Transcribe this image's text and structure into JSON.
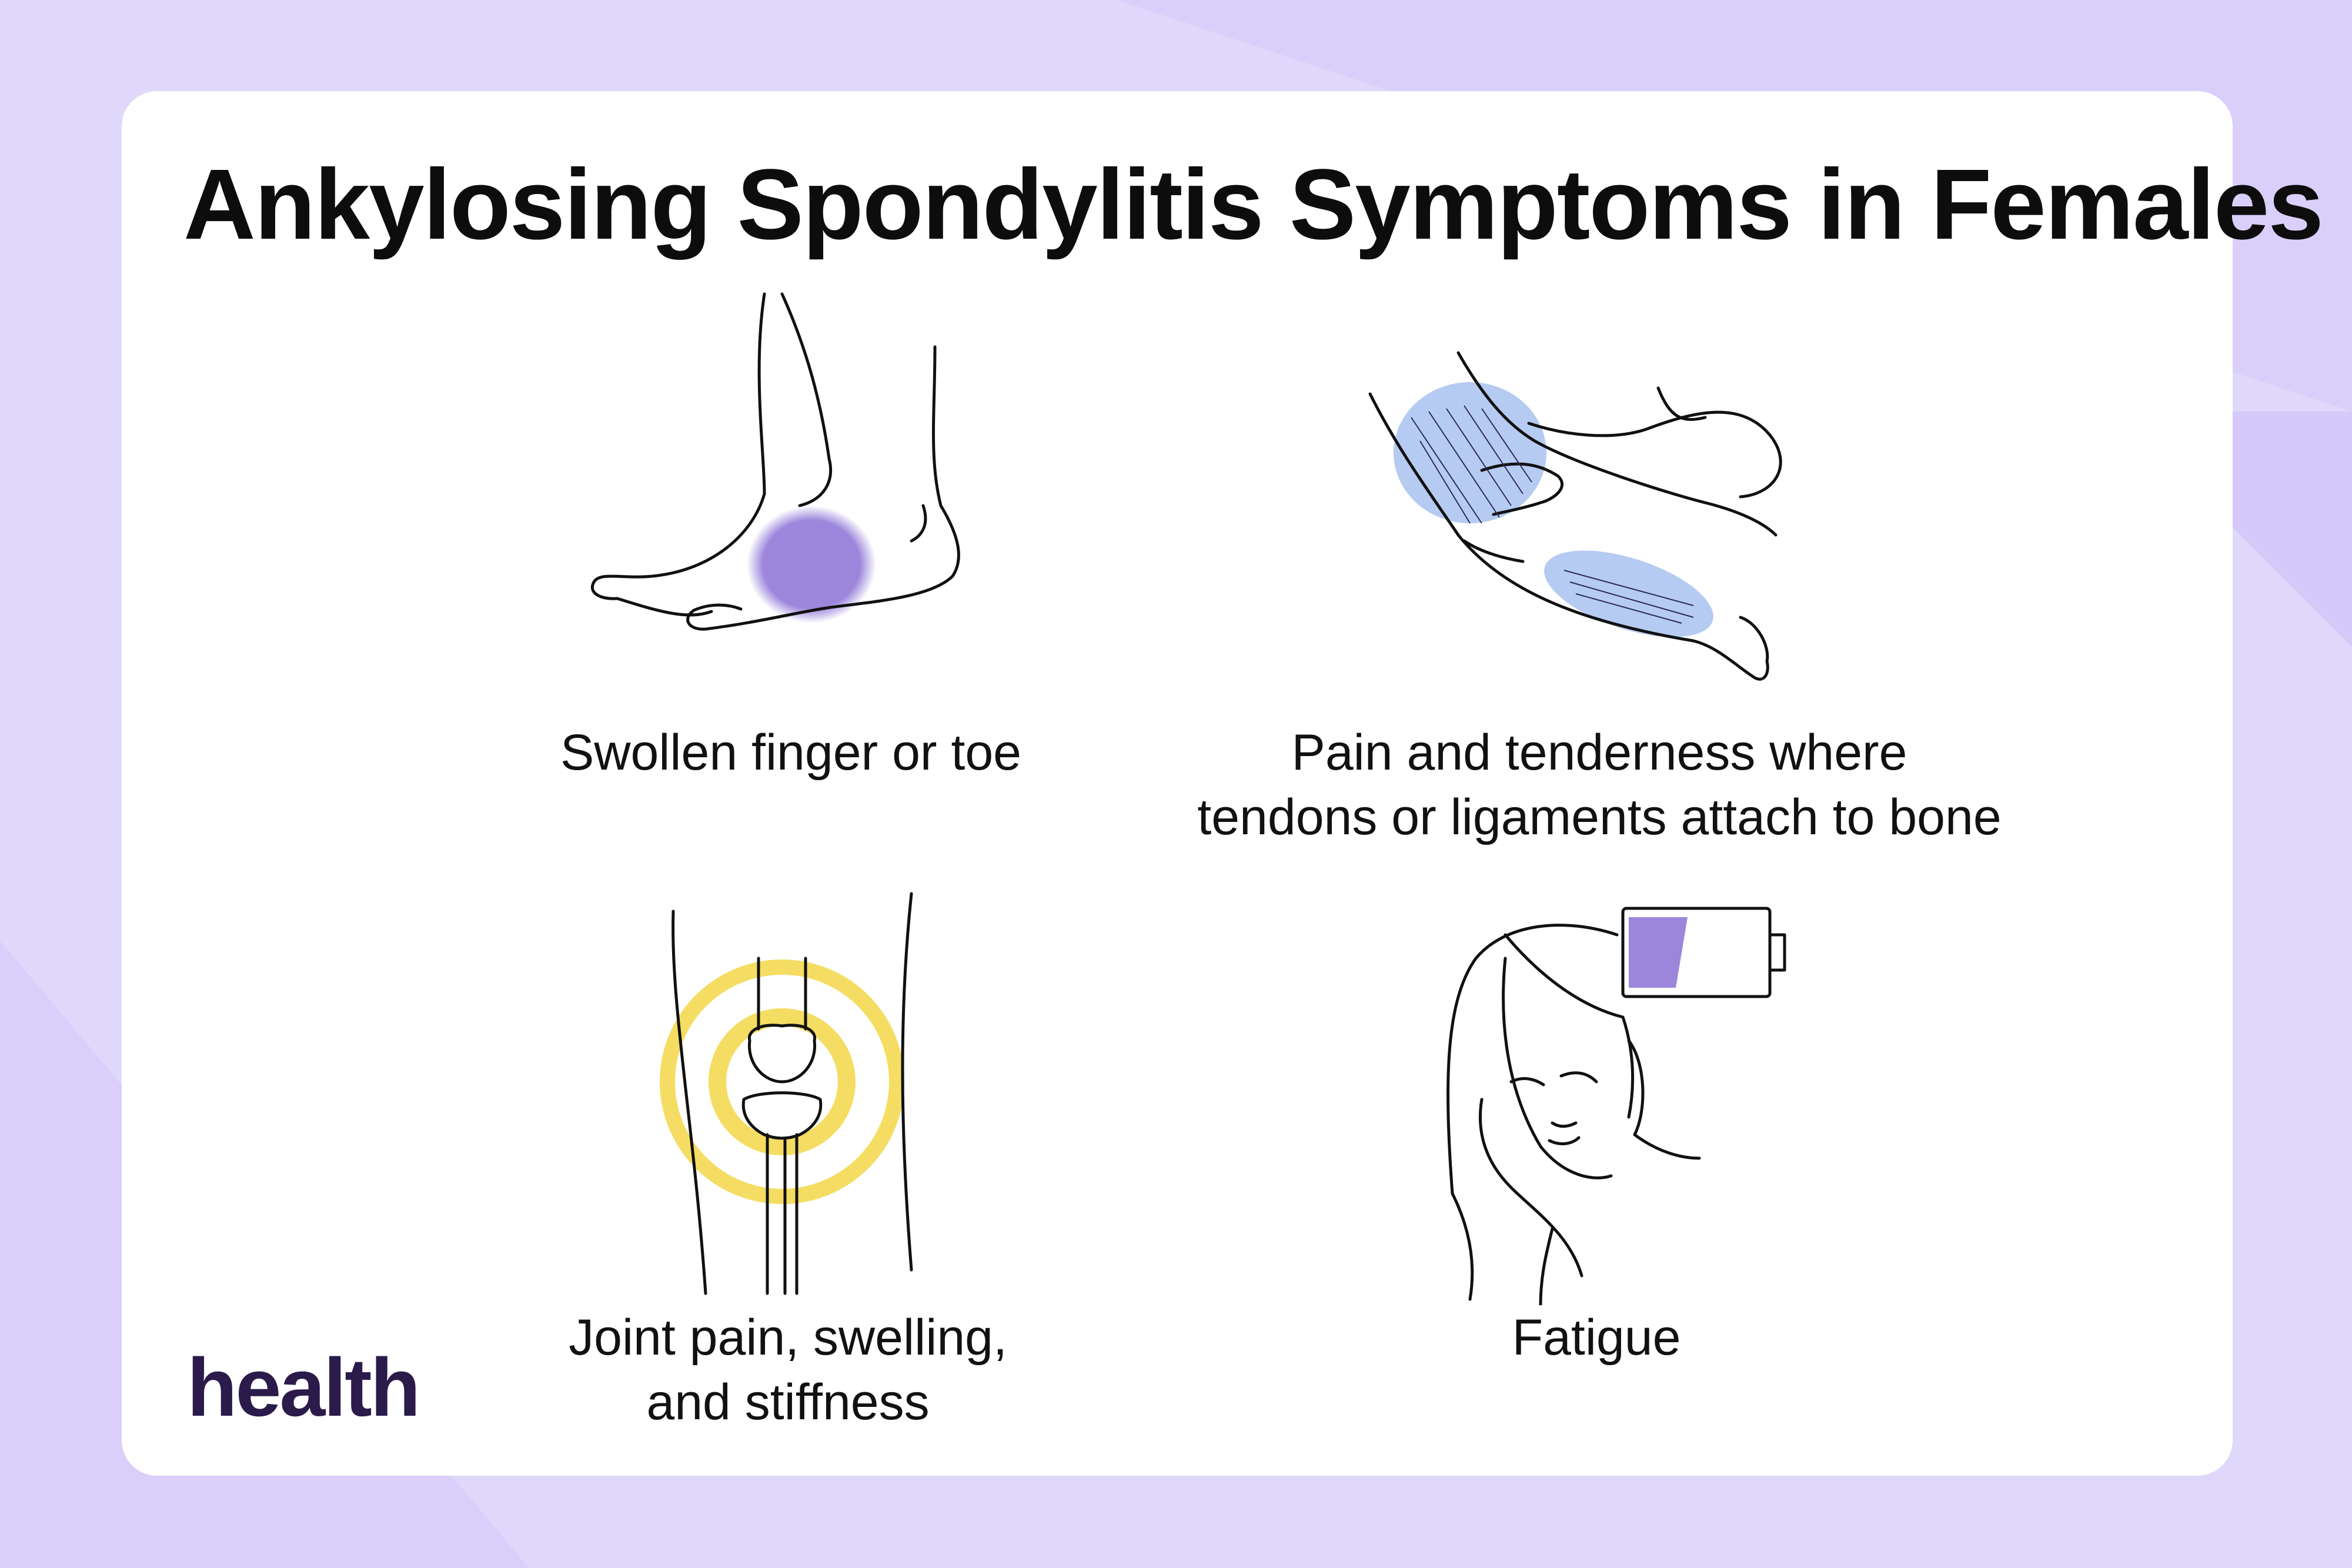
{
  "title": "Ankylosing Spondylitis Symptoms in Females",
  "symptoms": [
    {
      "icon": "swollen-foot-icon",
      "lines": [
        "Swollen finger or toe"
      ]
    },
    {
      "icon": "leg-tendon-icon",
      "lines": [
        "Pain and tenderness where",
        "tendons or ligaments attach to bone"
      ]
    },
    {
      "icon": "knee-joint-icon",
      "lines": [
        "Joint pain, swelling,",
        "and stiffness"
      ]
    },
    {
      "icon": "tired-woman-battery-icon",
      "lines": [
        "Fatigue"
      ]
    }
  ],
  "brand": "health",
  "colors": {
    "background": "#e0d8fb",
    "card": "#ffffff",
    "accent_purple": "#9b86dc",
    "accent_blue": "#a9c2f0",
    "accent_yellow": "#f4dd62",
    "brand_text": "#2a1b4b"
  }
}
